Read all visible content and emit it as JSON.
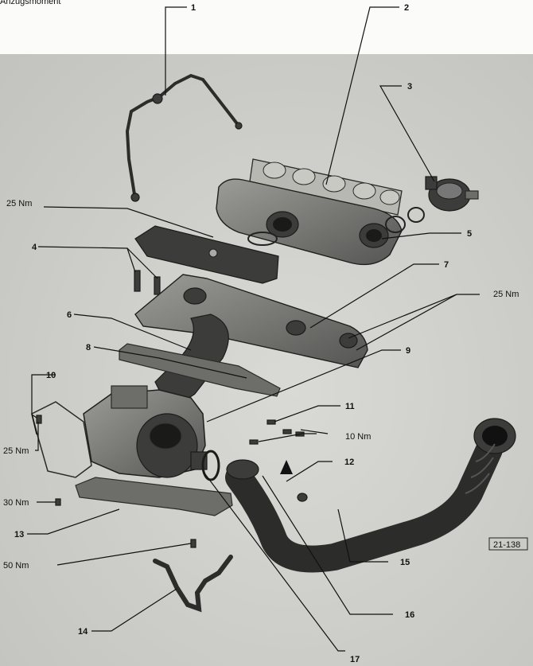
{
  "header": {
    "partial_text": "Anzugsmoment"
  },
  "callouts": [
    {
      "id": "1",
      "text": "1"
    },
    {
      "id": "2",
      "text": "2"
    },
    {
      "id": "3",
      "text": "3"
    },
    {
      "id": "4",
      "text": "4"
    },
    {
      "id": "5",
      "text": "5"
    },
    {
      "id": "6",
      "text": "6"
    },
    {
      "id": "7",
      "text": "7"
    },
    {
      "id": "8",
      "text": "8"
    },
    {
      "id": "9",
      "text": "9"
    },
    {
      "id": "10",
      "text": "10"
    },
    {
      "id": "11",
      "text": "11"
    },
    {
      "id": "12",
      "text": "12"
    },
    {
      "id": "13",
      "text": "13"
    },
    {
      "id": "14",
      "text": "14"
    },
    {
      "id": "15",
      "text": "15"
    },
    {
      "id": "16",
      "text": "16"
    },
    {
      "id": "17",
      "text": "17"
    }
  ],
  "torques": [
    {
      "id": "t1",
      "text": "25 Nm"
    },
    {
      "id": "t2",
      "text": "25 Nm"
    },
    {
      "id": "t3",
      "text": "10 Nm"
    },
    {
      "id": "t4",
      "text": "25 Nm"
    },
    {
      "id": "t5",
      "text": "30 Nm"
    },
    {
      "id": "t6",
      "text": "50 Nm"
    }
  ],
  "figure_code": "21-138"
}
